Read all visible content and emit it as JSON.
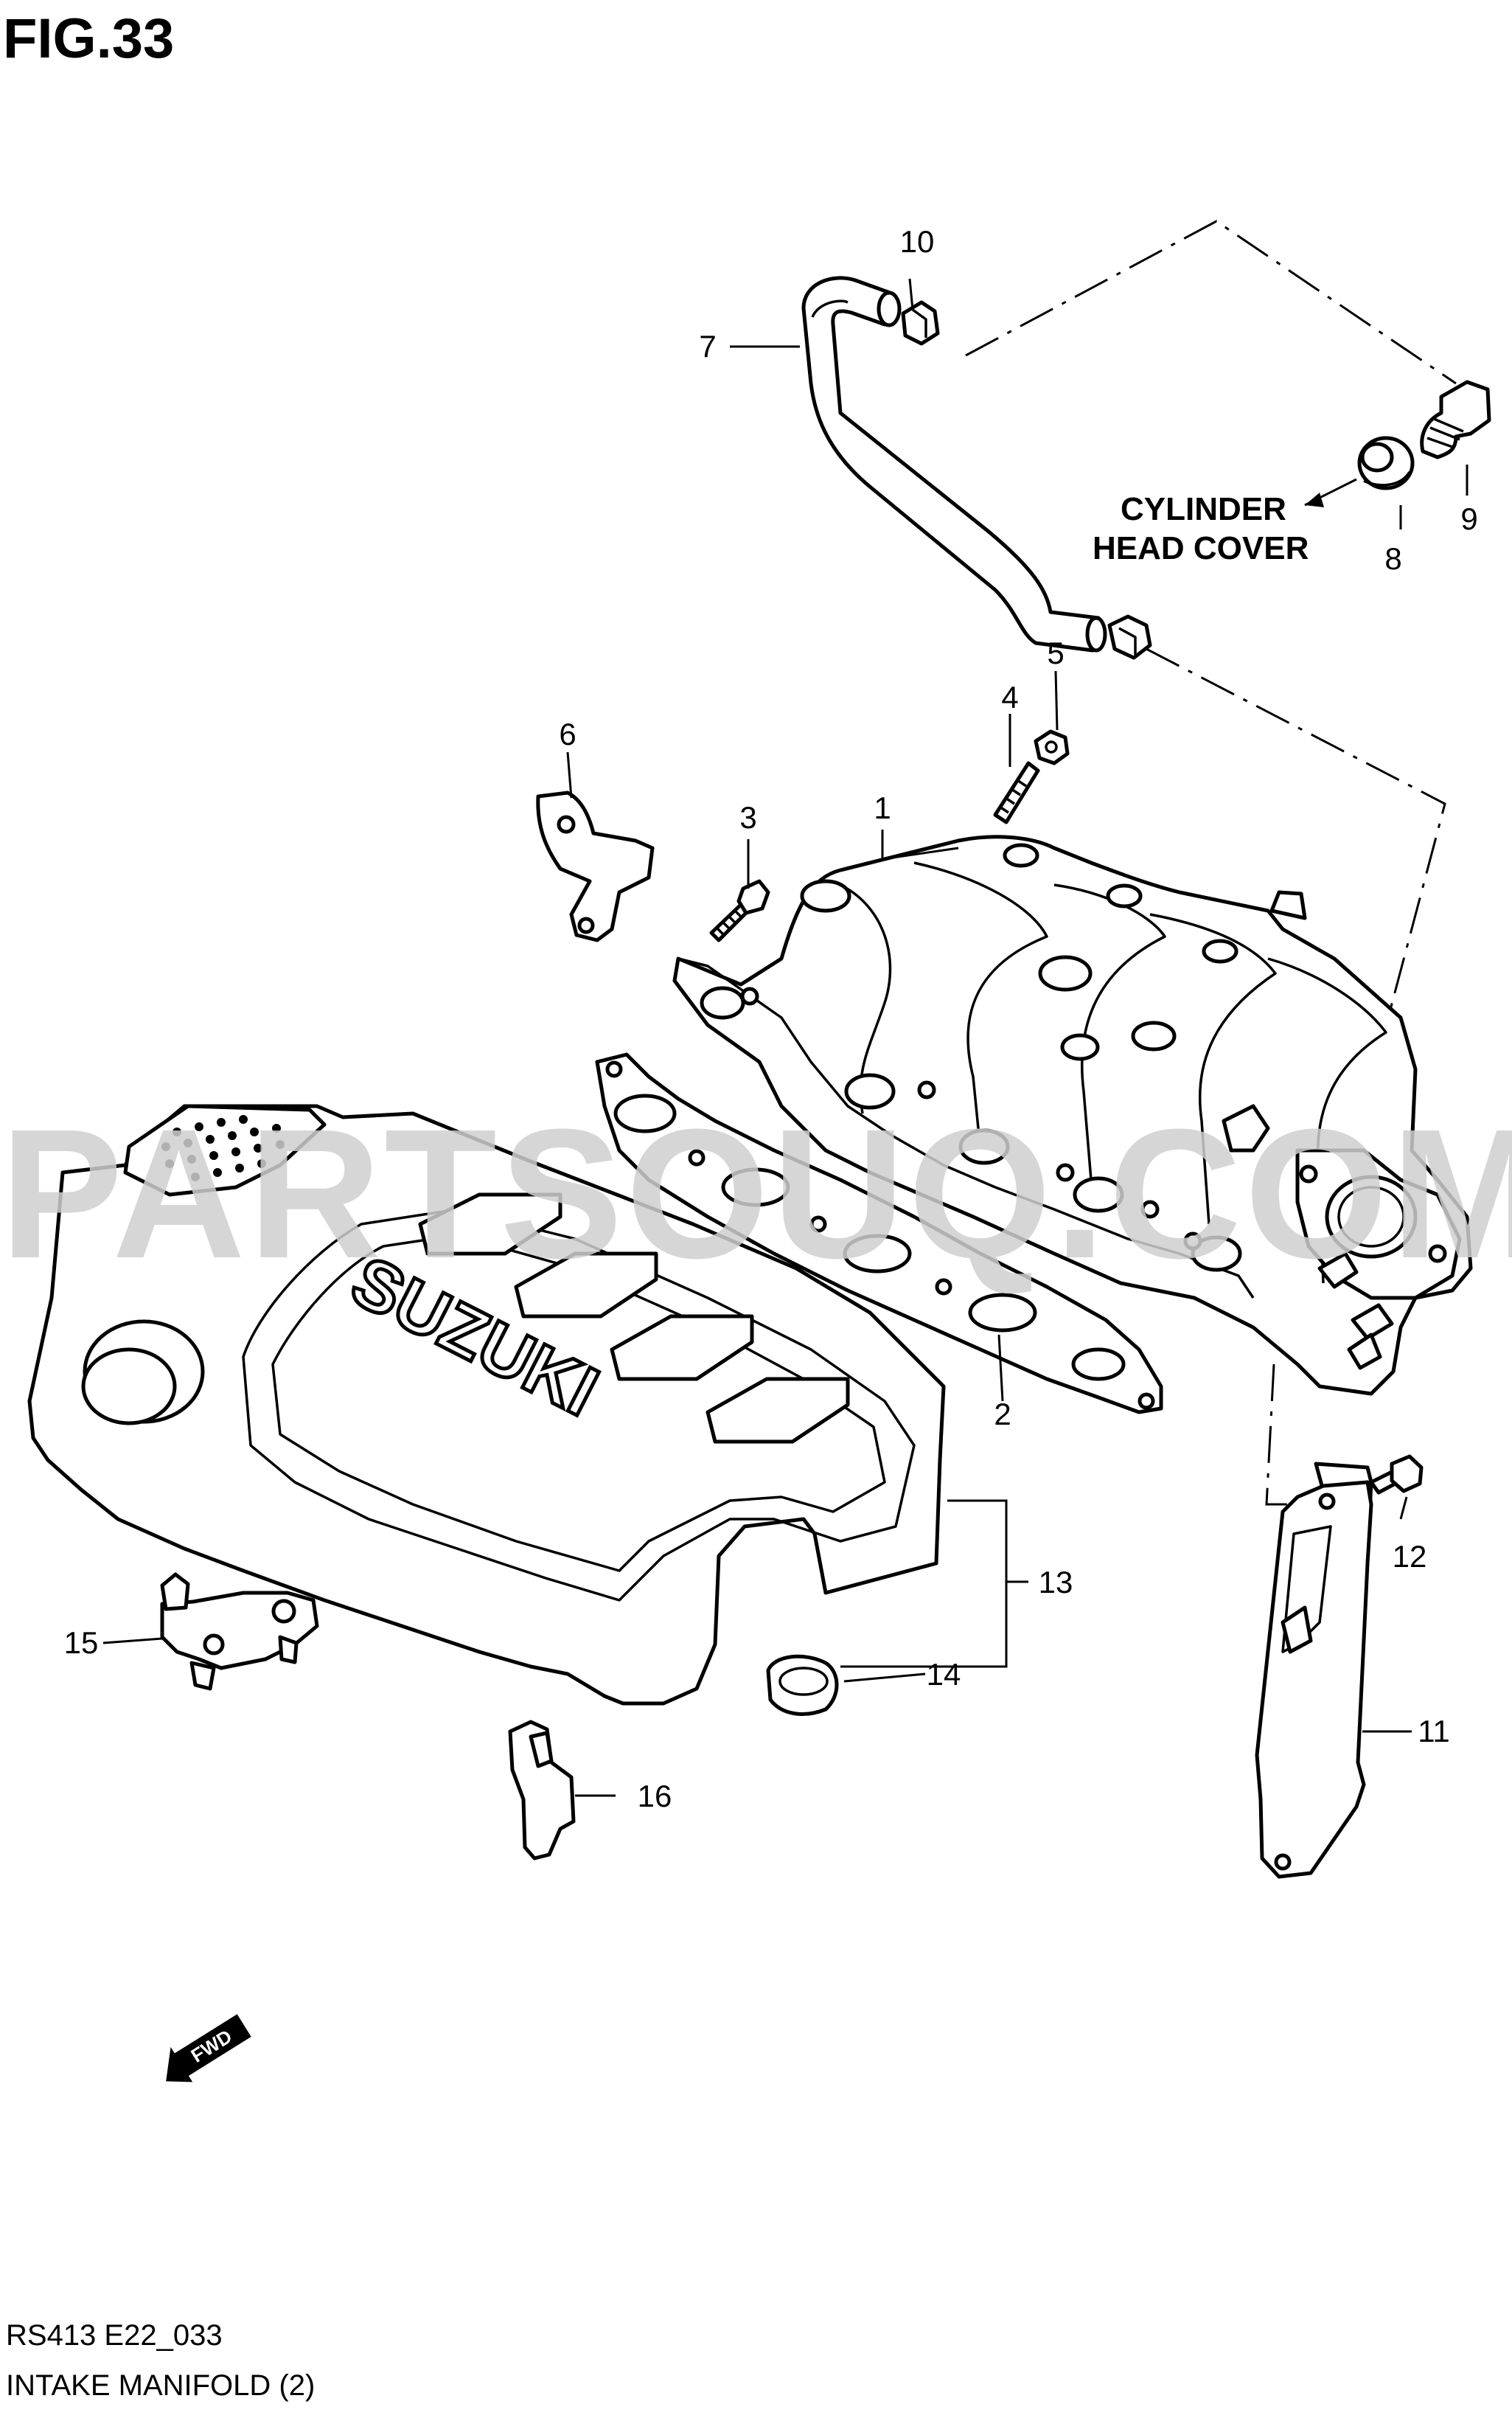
{
  "figure": {
    "title": "FIG.33"
  },
  "watermark": "PARTSOUQ.COM",
  "brand_logo": "SUZUKI",
  "fwd_marker": "FWD",
  "note": {
    "line1": "CYLINDER",
    "line2": "HEAD COVER"
  },
  "callouts": [
    "1",
    "2",
    "3",
    "4",
    "5",
    "6",
    "7",
    "8",
    "9",
    "10",
    "11",
    "12",
    "13",
    "14",
    "15",
    "16"
  ],
  "footer": {
    "code": "RS413 E22_033",
    "name": "INTAKE MANIFOLD (2)"
  },
  "colors": {
    "line": "#000000",
    "background": "#ffffff",
    "watermark": "#cfcfcf"
  }
}
